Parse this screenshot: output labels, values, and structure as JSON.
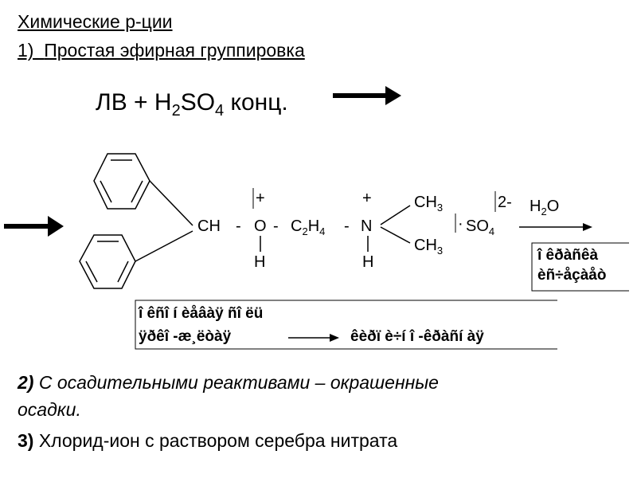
{
  "heading": {
    "title": "Химические р-ции",
    "item1_num": "1)",
    "item1_text": "Простая эфирная группировка"
  },
  "equation": {
    "lhs": "ЛВ + H",
    "sub1": "2",
    "so": "SO",
    "sub2": "4",
    "rhs": " конц."
  },
  "structure": {
    "ch": "CH",
    "dash1": "-",
    "o": "O",
    "dash2": "-",
    "c": "C",
    "c_sub": "2",
    "h": "H",
    "h_sub": "4",
    "dash3": "-",
    "n": "N",
    "plus_o": "+",
    "plus_n": "+",
    "h_o": "H",
    "h_n": "H",
    "ch3_top": "CH",
    "ch3_top_sub": "3",
    "ch3_bot": "CH",
    "ch3_bot_sub": "3",
    "dot": "·",
    "so4": "SO",
    "so4_sub": "4",
    "charge": "2-",
    "water": "H",
    "water_sub": "2",
    "water_o": "O"
  },
  "garbled": {
    "right_box_line1": "î êðàñêà",
    "right_box_line2": "èñ÷åçàåò",
    "bottom_line1": "î êñî í èåâàÿ ñî ëü",
    "bottom_line2_left": "ÿðêî -æ¸ëòàÿ",
    "bottom_line2_right": "êèðï è÷í î -êðàñí àÿ"
  },
  "items": {
    "item2_num": "2)",
    "item2_text": " С осадительными реактивами – окрашенные",
    "item2_text2": "осадки.",
    "item3_num": "3)",
    "item3_text": " Хлорид-ион с раствором серебра нитрата"
  }
}
